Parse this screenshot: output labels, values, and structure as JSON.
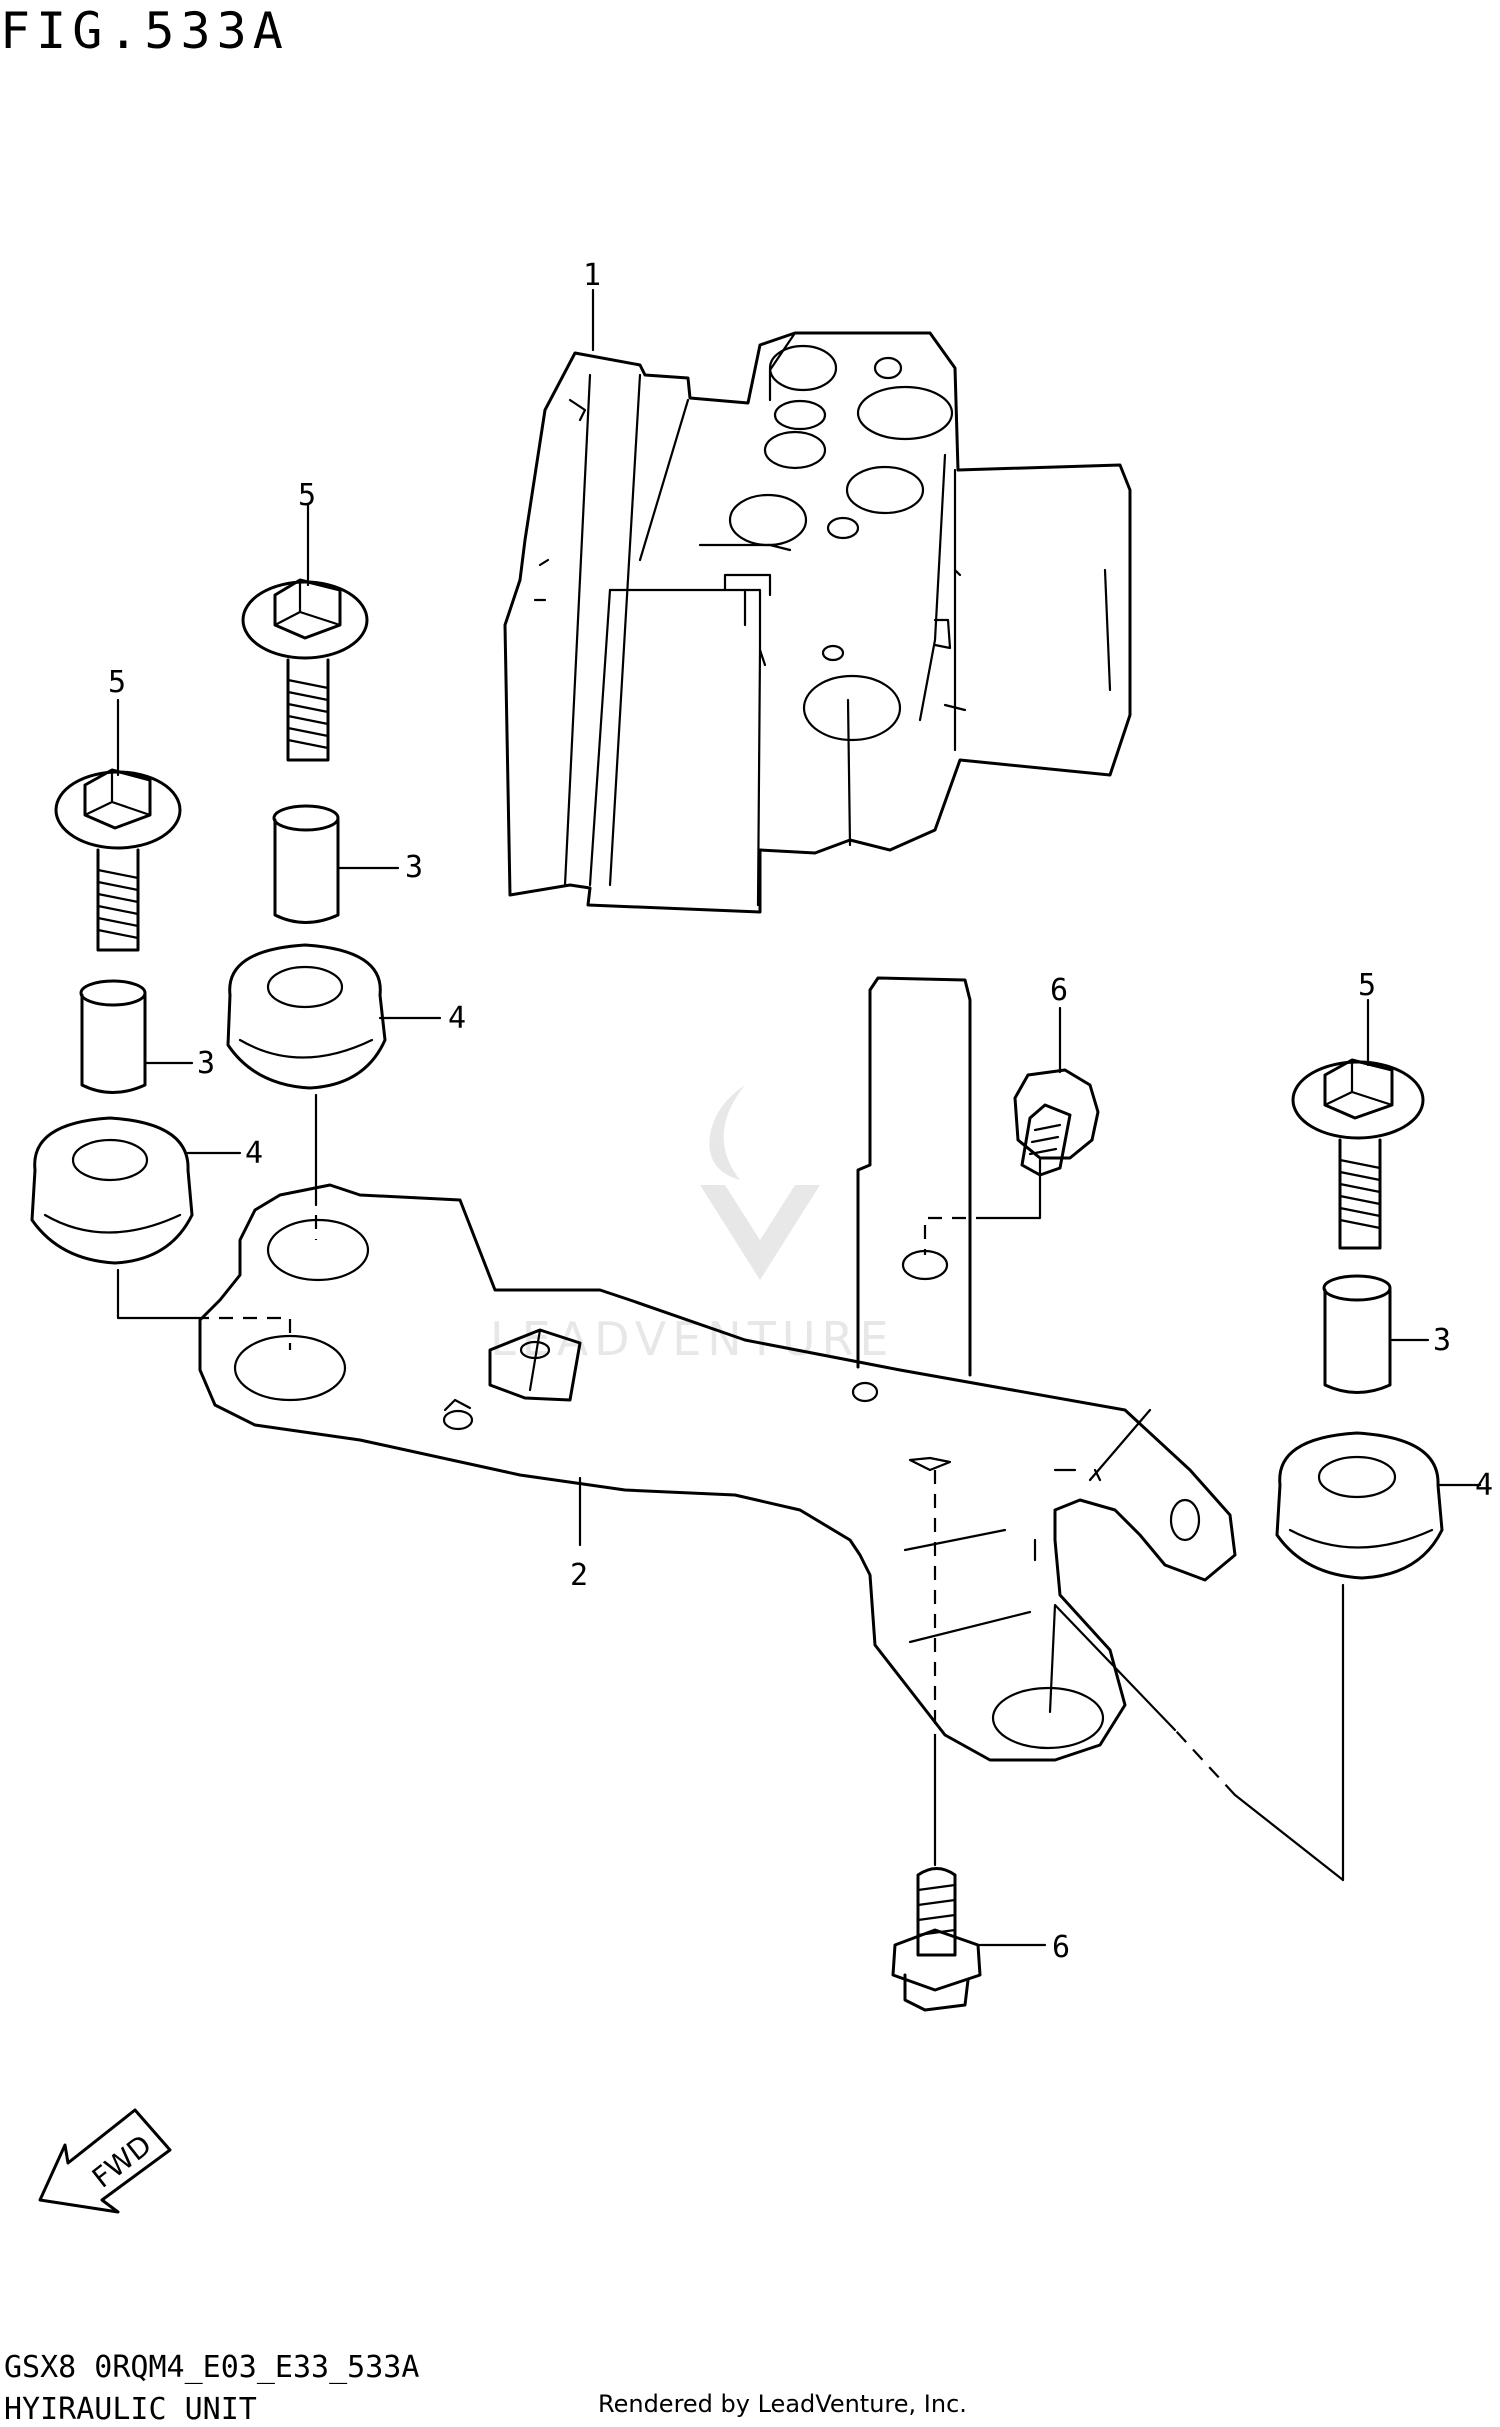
{
  "figure": {
    "title": "FIG.533A",
    "model_code": "GSX8 0RQM4_E03_E33_533A",
    "part_name": "HYIRAULIC UNIT",
    "rendered_by": "Rendered by LeadVenture, Inc."
  },
  "watermark": {
    "text": "LEADVENTURE"
  },
  "direction_badge": {
    "label": "FWD",
    "icon": "fwd-arrow-icon"
  },
  "callouts": [
    "1",
    "2",
    "3",
    "3",
    "3",
    "4",
    "4",
    "4",
    "5",
    "5",
    "5",
    "6",
    "6"
  ]
}
